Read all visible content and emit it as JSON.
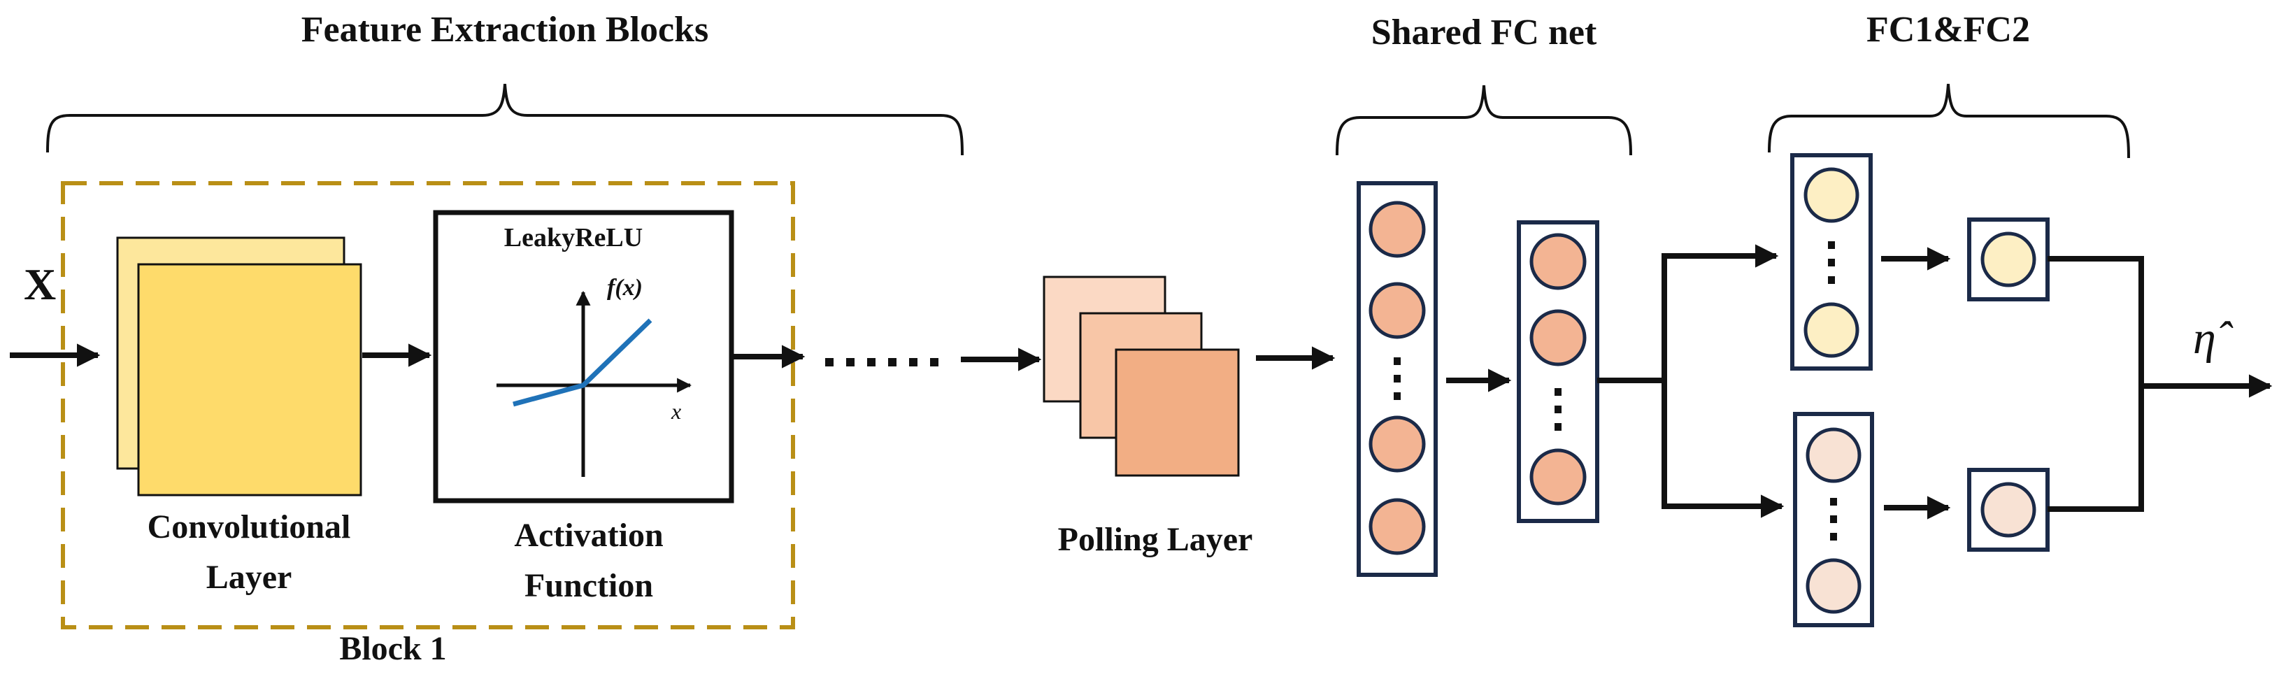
{
  "labels": {
    "feature_extraction": "Feature Extraction Blocks",
    "shared_fc": "Shared FC net",
    "fc12": "FC1&FC2",
    "input_x": "X",
    "conv_line1": "Convolutional",
    "conv_line2": "Layer",
    "leaky_relu": "LeakyReLU",
    "fx": "f(x)",
    "x_axis": "x",
    "act_line1": "Activation",
    "act_line2": "Function",
    "block1": "Block 1",
    "polling": "Polling Layer",
    "output_eta": "η̂"
  },
  "colors": {
    "frame_gold": "#b98f16",
    "conv_yellow": "#fedb6b",
    "conv_yellow_back": "#fde79c",
    "pool_1": "#fbd9c4",
    "pool_2": "#f8c6a7",
    "pool_3": "#f2ae84",
    "neuron_shared": "#f3b493",
    "neuron_fc1": "#fdefc4",
    "neuron_fc2": "#f8e2d4",
    "box_navy": "#1b2a48",
    "relu_blue": "#1f72b8"
  }
}
